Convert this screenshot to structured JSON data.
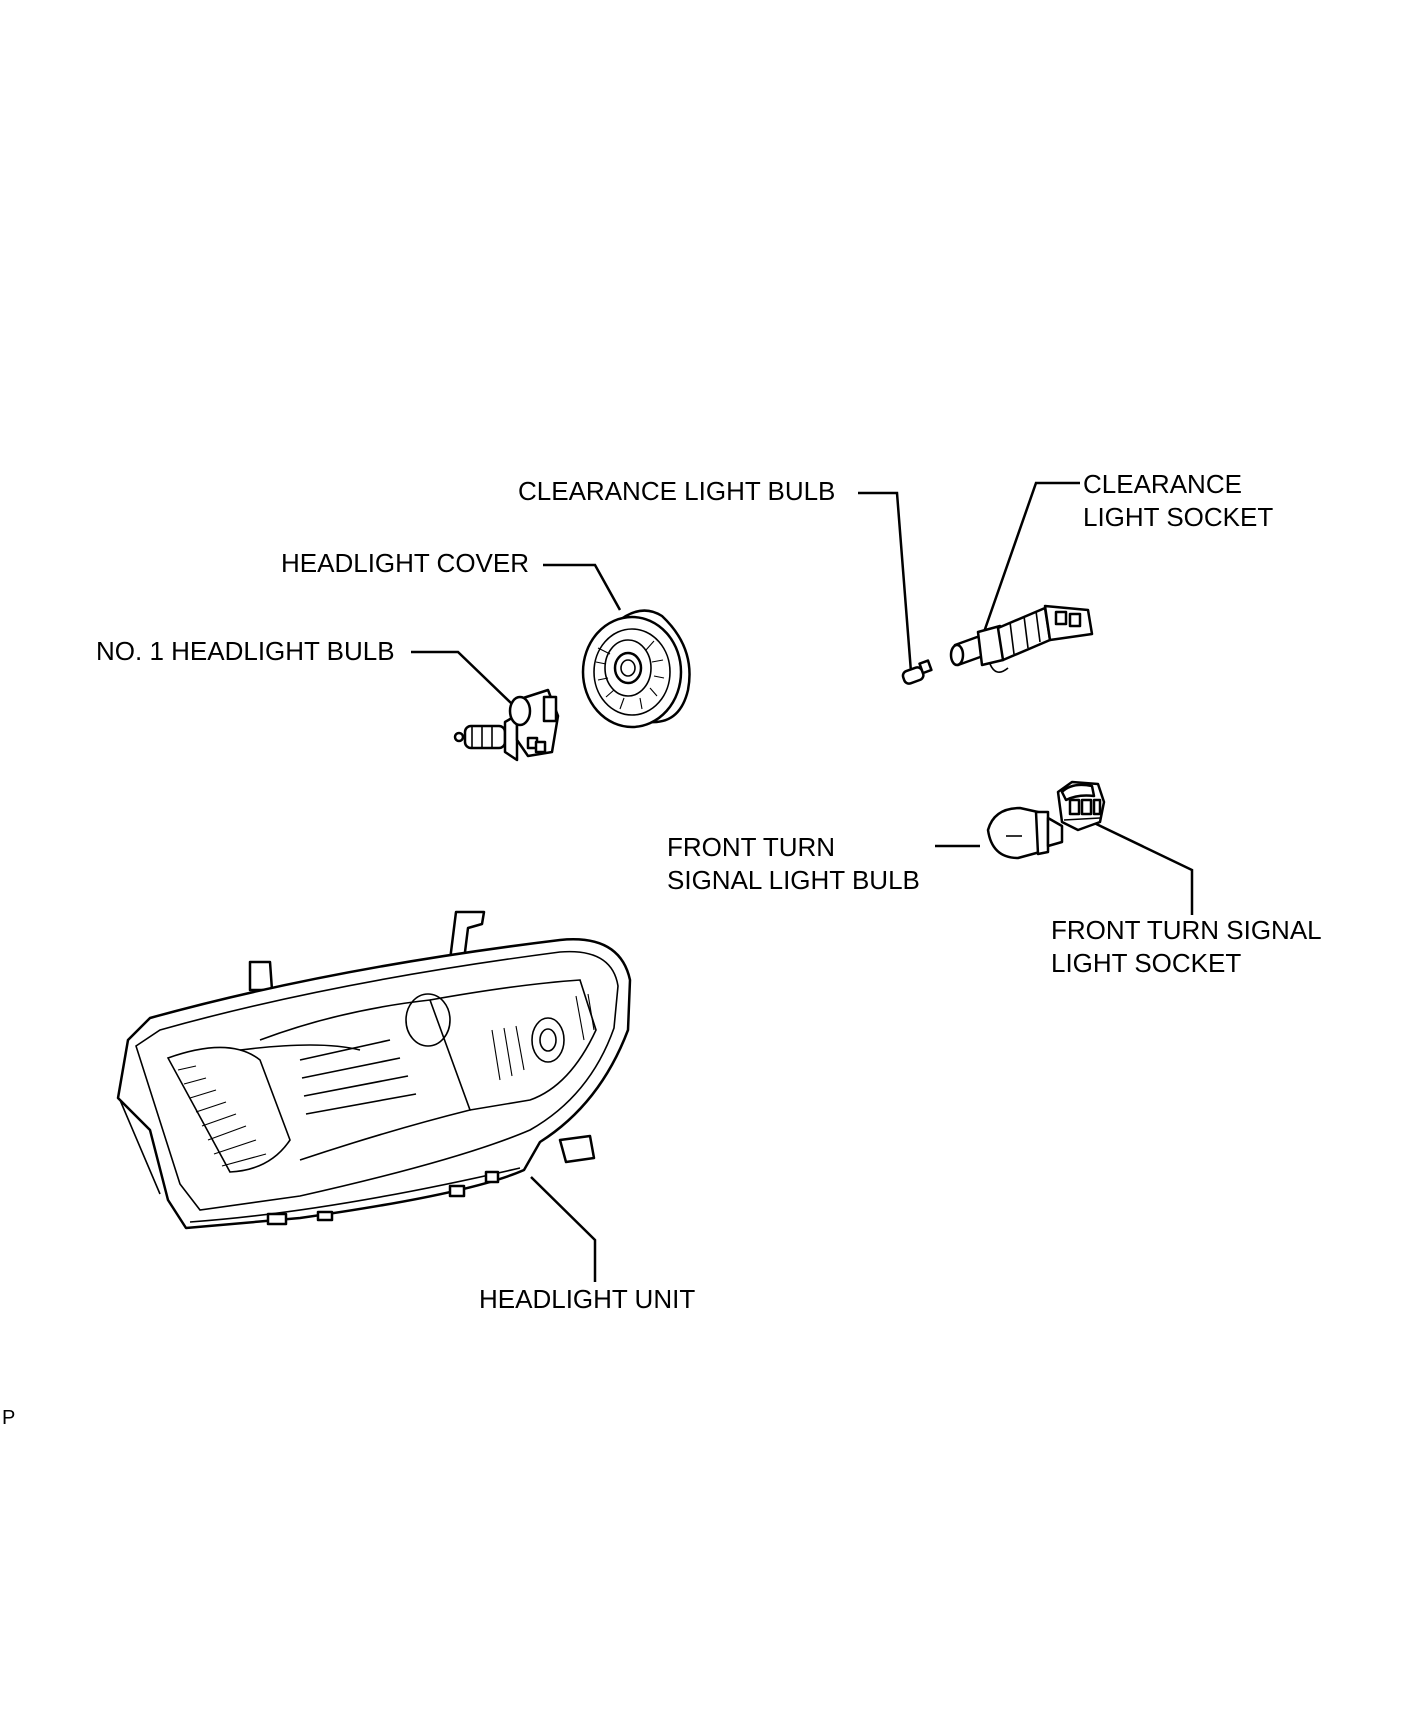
{
  "labels": {
    "clearance_light_bulb": "CLEARANCE LIGHT BULB",
    "clearance_light_socket_line1": "CLEARANCE",
    "clearance_light_socket_line2": "LIGHT SOCKET",
    "headlight_cover": "HEADLIGHT COVER",
    "no1_headlight_bulb": "NO. 1 HEADLIGHT BULB",
    "front_turn_signal_light_bulb_line1": "FRONT TURN",
    "front_turn_signal_light_bulb_line2": "SIGNAL LIGHT BULB",
    "front_turn_signal_light_socket_line1": "FRONT TURN SIGNAL",
    "front_turn_signal_light_socket_line2": "LIGHT SOCKET",
    "headlight_unit": "HEADLIGHT UNIT",
    "corner_mark": "P"
  }
}
